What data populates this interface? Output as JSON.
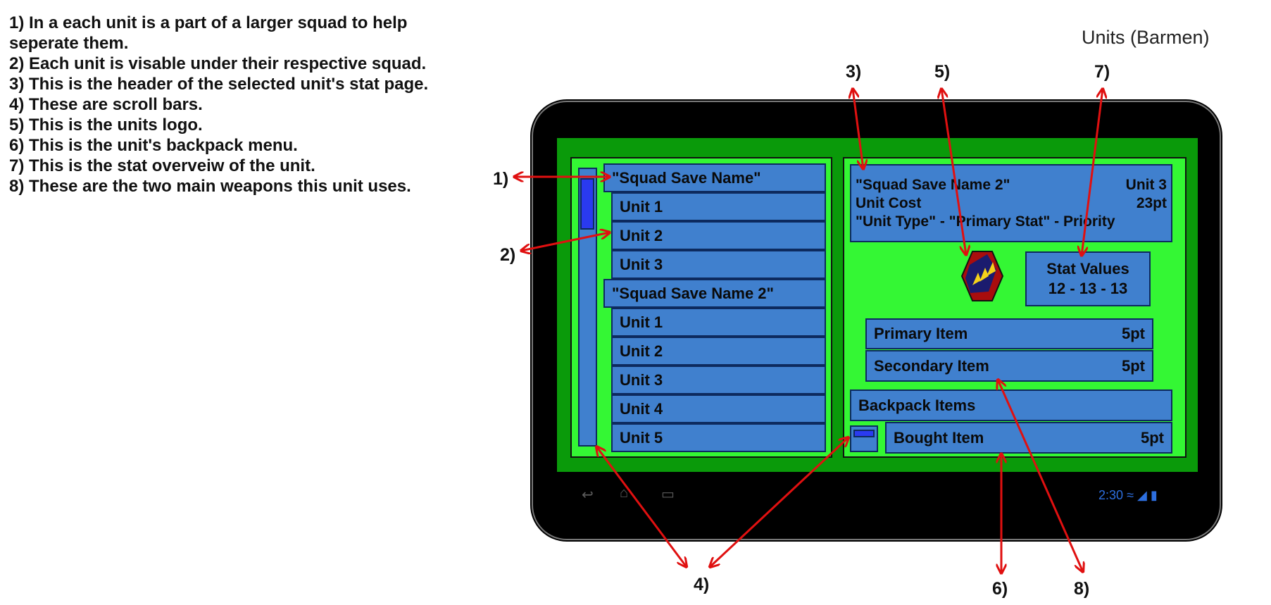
{
  "page_title": "Units (Barmen)",
  "notes": [
    "1) In a each unit is a part of a larger squad to help seperate them.",
    "2) Each unit is visable under their respective squad.",
    "3) This is the header of the selected unit's stat page.",
    "4) These are scroll bars.",
    "5) This is the units logo.",
    "6) This is the unit's backpack menu.",
    "7) This is the stat overveiw of the unit.",
    "8) These are the two main weapons this unit uses."
  ],
  "callouts": {
    "c1": "1)",
    "c2": "2)",
    "c3": "3)",
    "c4": "4)",
    "c5": "5)",
    "c6": "6)",
    "c7": "7)",
    "c8": "8)"
  },
  "squads": [
    {
      "name": "\"Squad Save Name\"",
      "units": [
        "Unit 1",
        "Unit 2",
        "Unit 3"
      ]
    },
    {
      "name": "\"Squad Save Name 2\"",
      "units": [
        "Unit 1",
        "Unit 2",
        "Unit 3",
        "Unit 4",
        "Unit 5"
      ]
    }
  ],
  "stat_header": {
    "squad_name": "\"Squad Save Name 2\"",
    "unit": "Unit 3",
    "cost_label": "Unit Cost",
    "cost_value": "23pt",
    "type_line": "\"Unit Type\" - \"Primary Stat\" - Priority"
  },
  "stats": {
    "label": "Stat Values",
    "values": "12 - 13 - 13"
  },
  "weapons": [
    {
      "name": "Primary Item",
      "cost": "5pt"
    },
    {
      "name": "Secondary Item",
      "cost": "5pt"
    }
  ],
  "backpack": {
    "title": "Backpack Items",
    "item_name": "Bought Item",
    "item_cost": "5pt"
  },
  "status_bar": {
    "time": "2:30"
  },
  "colors": {
    "screen_bg": "#0a9a0a",
    "panel_bg": "#34f734",
    "box": "#4080ce",
    "scroll_thumb": "#2a3af0",
    "arrow": "#e01010",
    "logo_red": "#a80d0d",
    "logo_navy": "#1b1b6e",
    "logo_yellow": "#f5d21a"
  }
}
